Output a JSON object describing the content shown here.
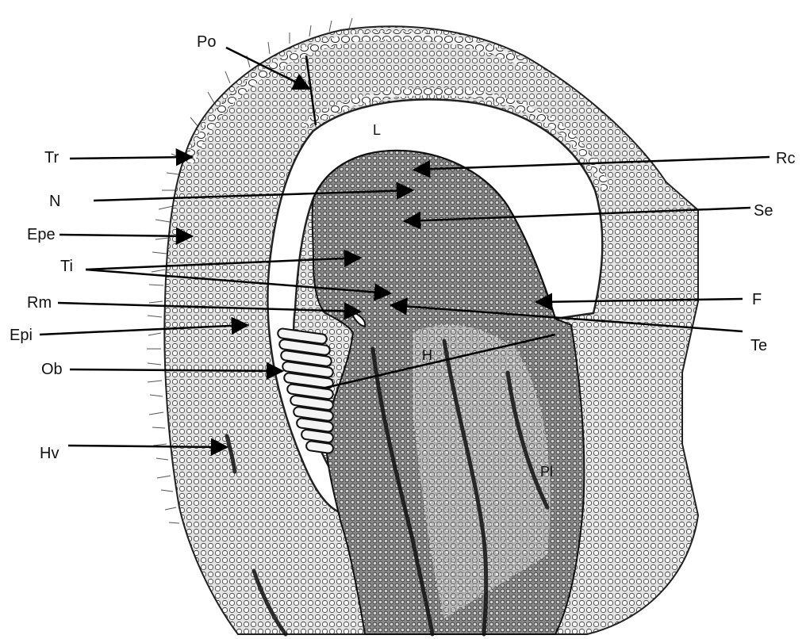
{
  "labels": {
    "po": "Po",
    "l": "L",
    "tr": "Tr",
    "rc": "Rc",
    "n": "N",
    "se": "Se",
    "epe": "Epe",
    "ti": "Ti",
    "rm": "Rm",
    "f": "F",
    "epi": "Epi",
    "te": "Te",
    "ob": "Ob",
    "h": "H",
    "hv": "Hv",
    "pl": "Pl"
  }
}
